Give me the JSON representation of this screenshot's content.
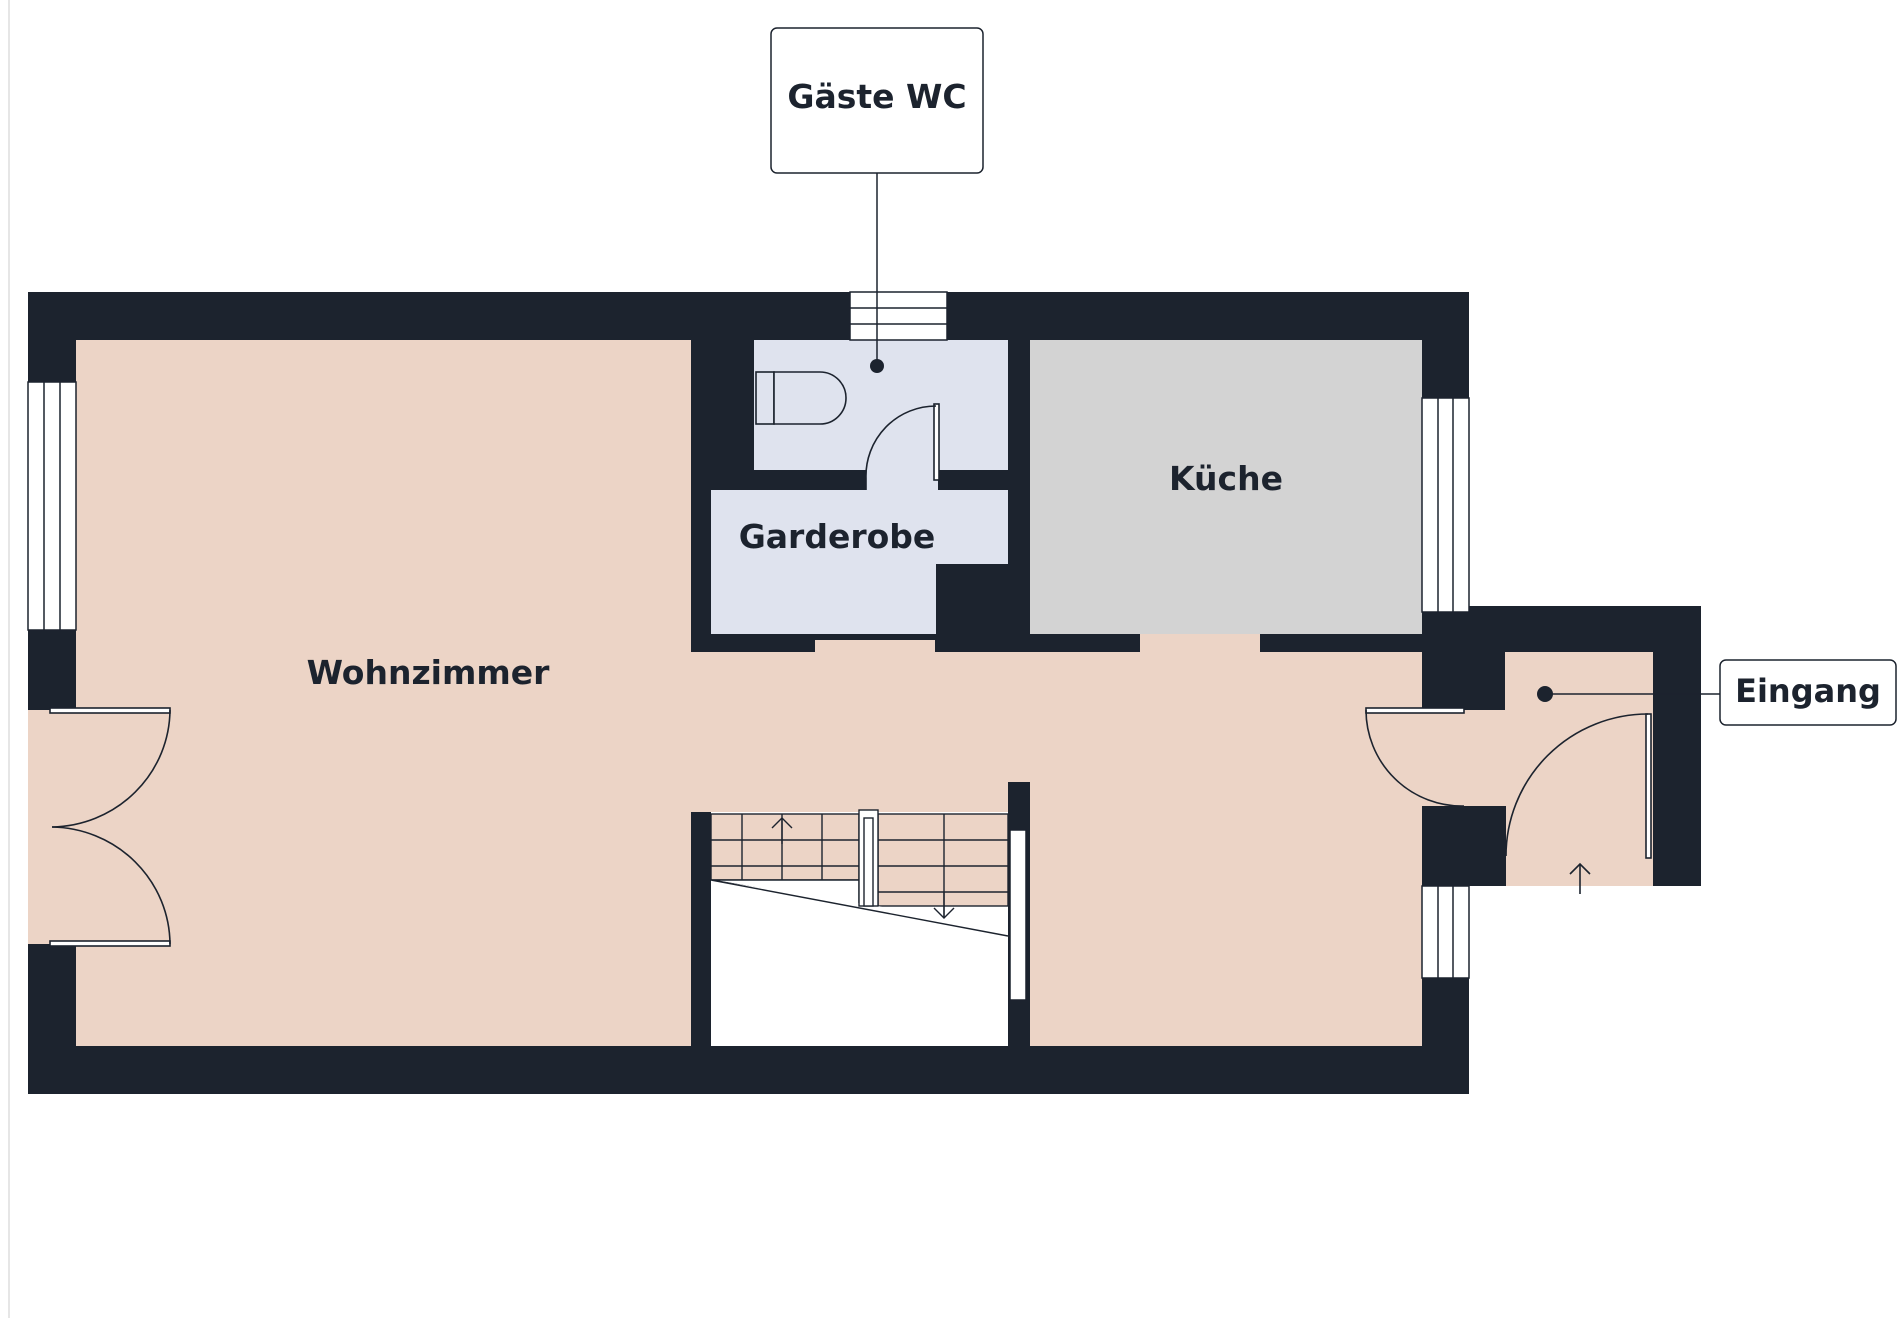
{
  "rooms": {
    "wohnzimmer": "Wohnzimmer",
    "kueche": "Küche",
    "garderobe": "Garderobe"
  },
  "callouts": {
    "gaeste_wc": "Gäste WC",
    "eingang": "Eingang"
  },
  "colors": {
    "wall": "#1c232e",
    "living_floor": "#ecd4c6",
    "kitchen_floor": "#d3d3d3",
    "wc_floor": "#dfe3ee",
    "background": "#ffffff"
  }
}
